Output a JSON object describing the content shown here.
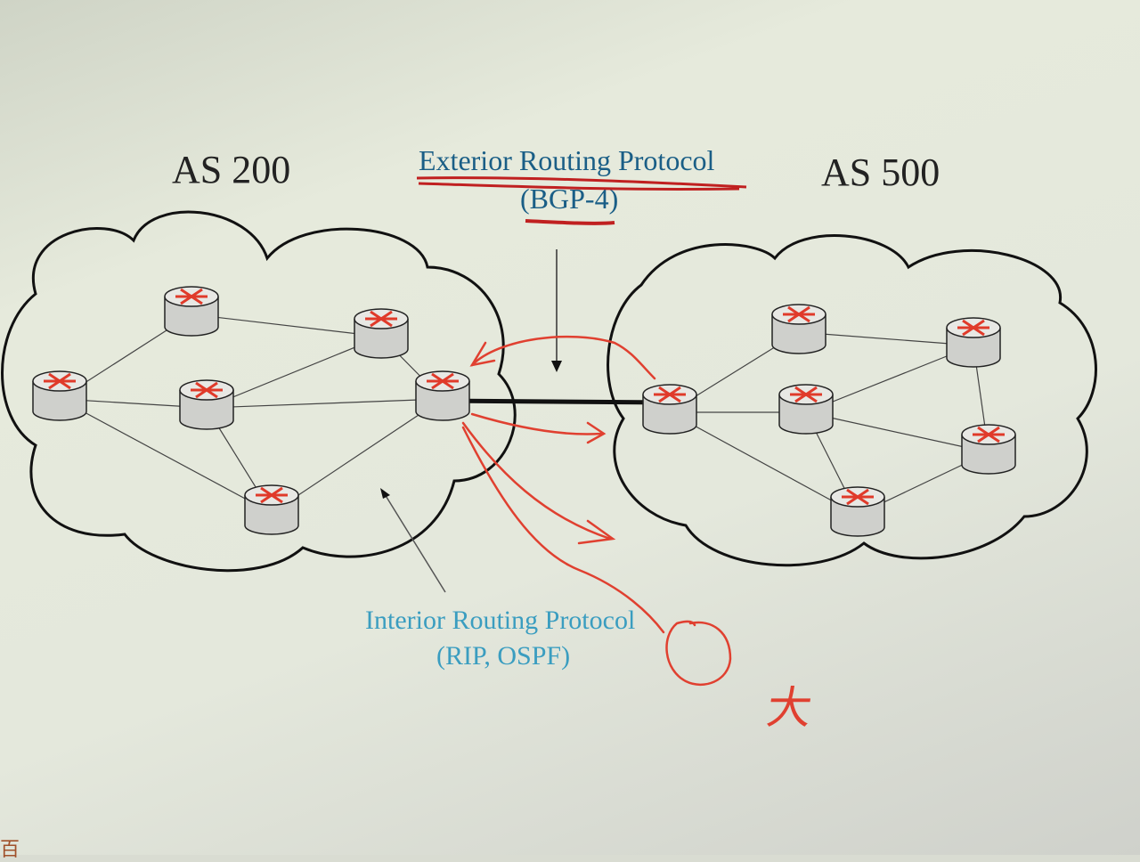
{
  "labels": {
    "as_left": "AS 200",
    "as_right": "AS 500",
    "exterior_title": "Exterior Routing Protocol",
    "exterior_sub": "(BGP-4)",
    "interior_title": "Interior Routing Protocol",
    "interior_sub": "(RIP, OSPF)"
  },
  "annotations": {
    "handwritten_char": "大",
    "corner_char": "百"
  },
  "colors": {
    "exterior_text": "#1a5e86",
    "interior_text": "#3a9dc0",
    "handwriting": "#e04030"
  }
}
